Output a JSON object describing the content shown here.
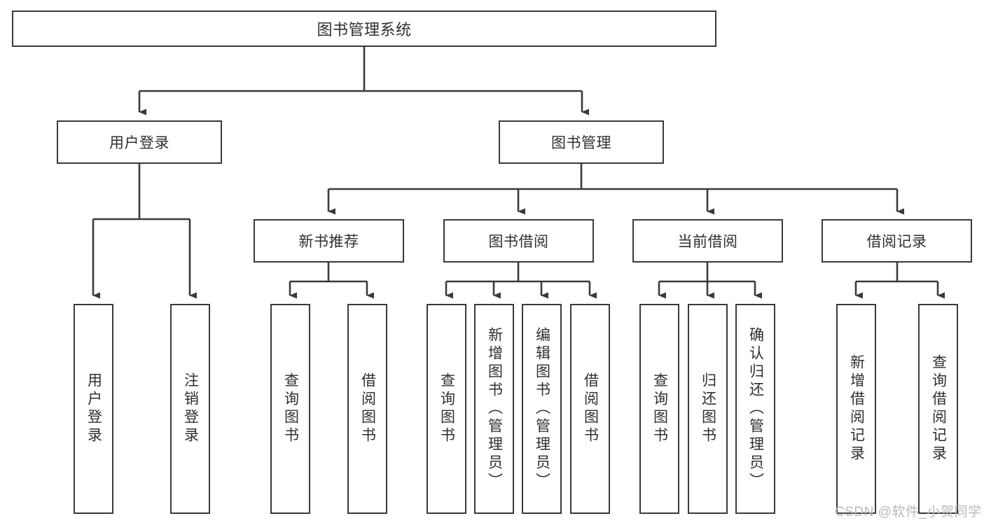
{
  "diagram": {
    "type": "tree-hierarchy",
    "title": "图书管理系统",
    "root": {
      "label": "图书管理系统",
      "shape": "rectangle",
      "text_orientation": "horizontal"
    },
    "level1": [
      {
        "label": "用户登录",
        "text_orientation": "horizontal"
      },
      {
        "label": "图书管理",
        "text_orientation": "horizontal"
      }
    ],
    "level2": [
      {
        "label": "新书推荐",
        "parent": "图书管理",
        "text_orientation": "horizontal"
      },
      {
        "label": "图书借阅",
        "parent": "图书管理",
        "text_orientation": "horizontal"
      },
      {
        "label": "当前借阅",
        "parent": "图书管理",
        "text_orientation": "horizontal"
      },
      {
        "label": "借阅记录",
        "parent": "图书管理",
        "text_orientation": "horizontal"
      }
    ],
    "leaves": [
      {
        "label": "用户登录",
        "parent": "用户登录",
        "text_orientation": "vertical"
      },
      {
        "label": "注销登录",
        "parent": "用户登录",
        "text_orientation": "vertical"
      },
      {
        "label": "查询图书",
        "parent": "新书推荐",
        "text_orientation": "vertical"
      },
      {
        "label": "借阅图书",
        "parent": "新书推荐",
        "text_orientation": "vertical"
      },
      {
        "label": "查询图书",
        "parent": "图书借阅",
        "text_orientation": "vertical"
      },
      {
        "label": "新增图书（管理员）",
        "parent": "图书借阅",
        "text_orientation": "vertical"
      },
      {
        "label": "编辑图书（管理员）",
        "parent": "图书借阅",
        "text_orientation": "vertical"
      },
      {
        "label": "借阅图书",
        "parent": "图书借阅",
        "text_orientation": "vertical"
      },
      {
        "label": "查询图书",
        "parent": "当前借阅",
        "text_orientation": "vertical"
      },
      {
        "label": "归还图书",
        "parent": "当前借阅",
        "text_orientation": "vertical"
      },
      {
        "label": "确认归还（管理员）",
        "parent": "当前借阅",
        "text_orientation": "vertical"
      },
      {
        "label": "新增借阅记录",
        "parent": "借阅记录",
        "text_orientation": "vertical"
      },
      {
        "label": "查询借阅记录",
        "parent": "借阅记录",
        "text_orientation": "vertical"
      }
    ],
    "colors": {
      "box_border": "#3a3a3a",
      "box_fill": "#ffffff",
      "connector": "#3a3a3a",
      "text": "#2f2f2f",
      "watermark": "#b9b9b9",
      "background": "#ffffff"
    }
  },
  "watermark": {
    "text": "CSDN @软件_小贺同学"
  }
}
